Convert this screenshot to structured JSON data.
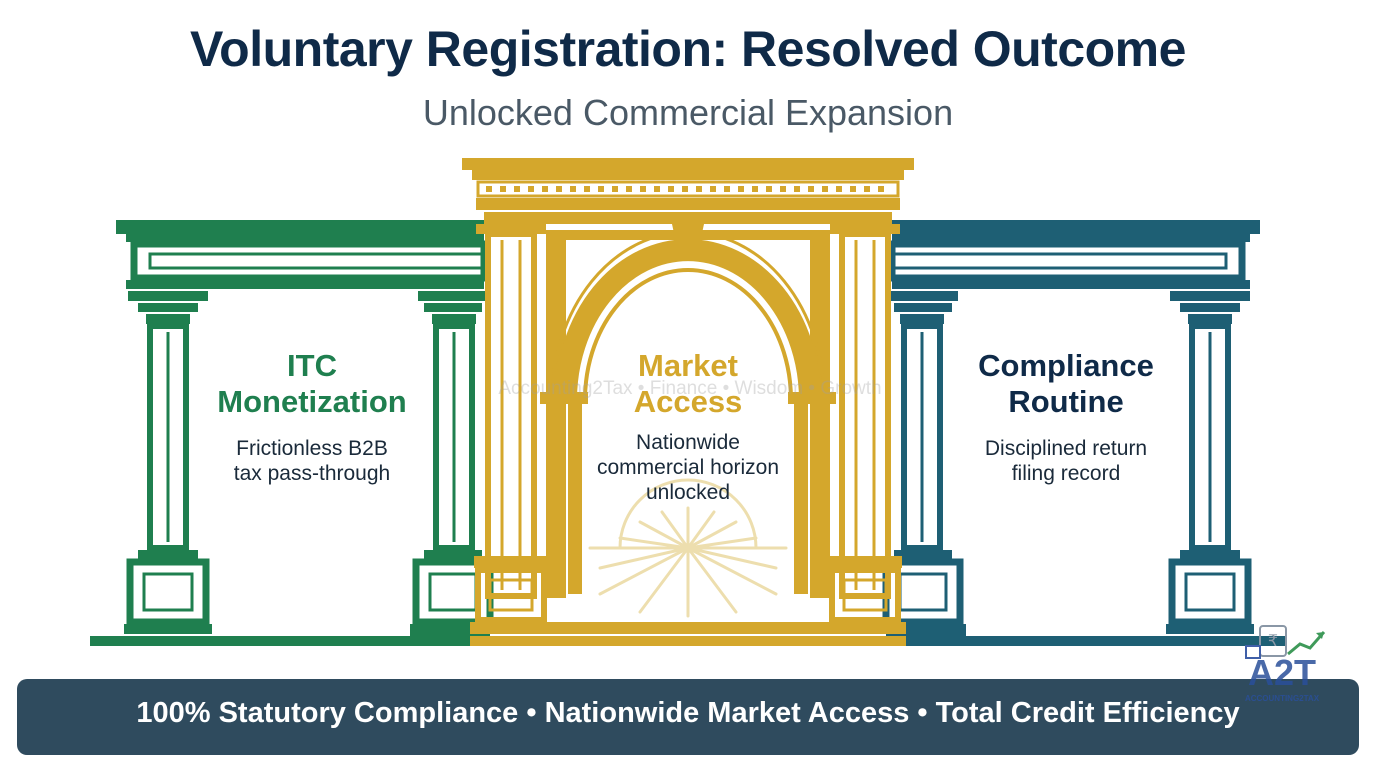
{
  "title": "Voluntary Registration: Resolved Outcome",
  "subtitle": "Unlocked Commercial Expansion",
  "colors": {
    "green": "#1f7f4f",
    "gold": "#d4a72c",
    "teal": "#1e5f74",
    "navy": "#0f2a48",
    "banner": "#2f4b5e"
  },
  "panels": [
    {
      "heading_line1": "ITC",
      "heading_line2": "Monetization",
      "desc_line1": "Frictionless B2B",
      "desc_line2": "tax pass-through",
      "color": "#1f7f4f"
    },
    {
      "heading_line1": "Market",
      "heading_line2": "Access",
      "desc_line1": "Nationwide",
      "desc_line2": "commercial horizon",
      "desc_line3": "unlocked",
      "color": "#d4a72c"
    },
    {
      "heading_line1": "Compliance",
      "heading_line2": "Routine",
      "desc_line1": "Disciplined return",
      "desc_line2": "filing record",
      "color": "#1e5f74"
    }
  ],
  "watermark": "Accounting2Tax • Finance • Wisdom • Growth",
  "banner_text": "100% Statutory Compliance • Nationwide Market Access • Total Credit Efficiency",
  "logo": {
    "mark": "A2T",
    "tagline": "ACCOUNTING2TAX",
    "icon": "rupee-document-growth-icon"
  }
}
